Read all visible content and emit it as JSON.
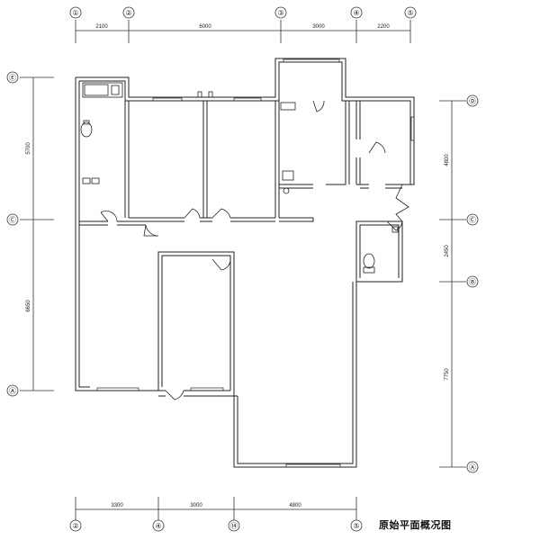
{
  "title": "原始平面概况图",
  "top_axes": [
    "①",
    "②",
    "③",
    "④",
    "⑤"
  ],
  "top_dims": [
    "2100",
    "6000",
    "3000",
    "2200"
  ],
  "bottom_axes": [
    "②",
    "④",
    "⑭",
    "⑤"
  ],
  "bottom_dims": [
    "3300",
    "3000",
    "4800"
  ],
  "left_axes": [
    "Ⓔ",
    "Ⓒ",
    "Ⓐ"
  ],
  "left_dims": [
    "5700",
    "6650"
  ],
  "right_axes": [
    "Ⓓ",
    "Ⓒ",
    "Ⓑ",
    "Ⓐ"
  ],
  "right_dims": [
    "4800",
    "2450",
    "7750"
  ]
}
